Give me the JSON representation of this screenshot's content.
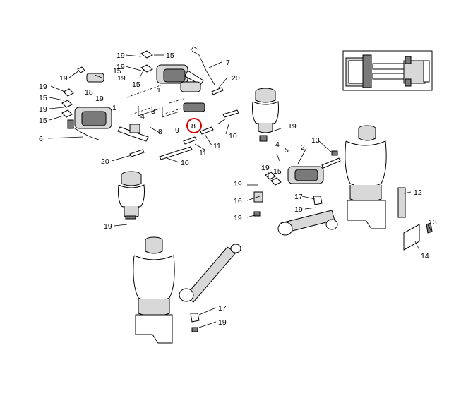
{
  "diagram": {
    "callouts": {
      "c1": "19",
      "c2": "15",
      "c3": "19",
      "c4": "15",
      "c5": "7",
      "c6": "19",
      "c7": "19",
      "c8": "15",
      "c9": "18",
      "c10": "19",
      "c11": "19",
      "c12": "15",
      "c13": "19",
      "c14": "15",
      "c15": "20",
      "c16": "1",
      "c17": "3",
      "c18": "4",
      "c19": "1",
      "c20": "6",
      "c21": "8",
      "c22": "9",
      "c23": "8",
      "c24": "11",
      "c25": "10",
      "c26": "20",
      "c27": "11",
      "c28": "10",
      "c29": "19",
      "c30": "4",
      "c31": "5",
      "c32": "13",
      "c33": "2",
      "c34": "19",
      "c35": "15",
      "c36": "19",
      "c37": "16",
      "c38": "17",
      "c39": "19",
      "c40": "19",
      "c41": "12",
      "c42": "13",
      "c43": "14",
      "c44": "19",
      "c45": "17",
      "c46": "19"
    },
    "highlighted_callout": "8",
    "highlight_color": "#d40000"
  }
}
